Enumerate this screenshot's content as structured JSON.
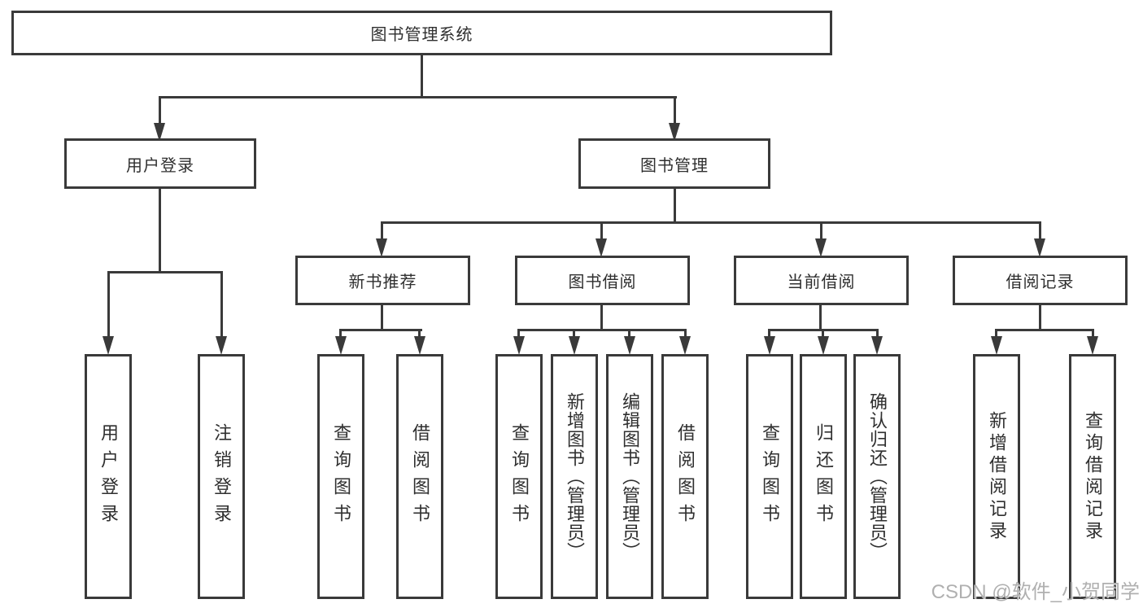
{
  "diagram": {
    "root": {
      "label": "图书管理系统"
    },
    "level2": [
      {
        "label": "用户登录"
      },
      {
        "label": "图书管理"
      }
    ],
    "level3": [
      {
        "label": "新书推荐"
      },
      {
        "label": "图书借阅"
      },
      {
        "label": "当前借阅"
      },
      {
        "label": "借阅记录"
      }
    ],
    "leaves": [
      {
        "label": "用户登录"
      },
      {
        "label": "注销登录"
      },
      {
        "label": "查询图书"
      },
      {
        "label": "借阅图书"
      },
      {
        "label": "查询图书"
      },
      {
        "label": "新增图书（管理员）"
      },
      {
        "label": "编辑图书（管理员）"
      },
      {
        "label": "借阅图书"
      },
      {
        "label": "查询图书"
      },
      {
        "label": "归还图书"
      },
      {
        "label": "确认归还（管理员）"
      },
      {
        "label": "新增借阅记录"
      },
      {
        "label": "查询借阅记录"
      }
    ],
    "watermark": "CSDN @软件_小贺同学",
    "colors": {
      "line": "#3a3a3a",
      "box_fill": "#ffffff",
      "text": "#2f2f2f",
      "watermark": "#b0b0b0"
    }
  }
}
